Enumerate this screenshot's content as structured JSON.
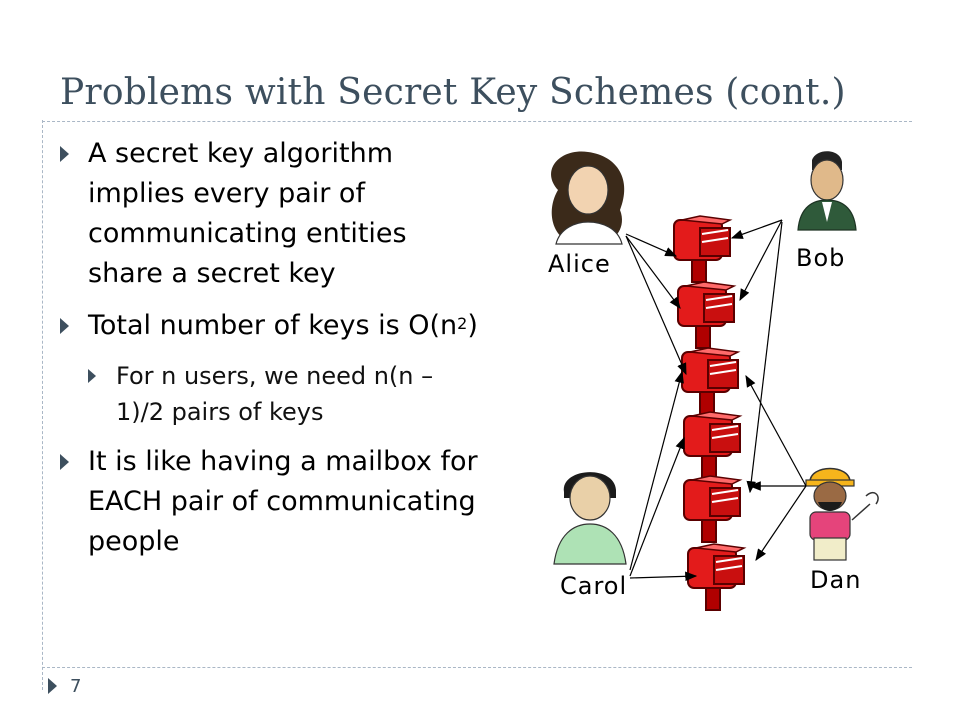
{
  "slide": {
    "title": "Problems with Secret Key Schemes (cont.)",
    "page_number": "7"
  },
  "bullets": {
    "b1": "A secret key algorithm implies every pair of communicating entities share a secret key",
    "b2_prefix": "Total number of keys is O(n",
    "b2_sup": "2",
    "b2_suffix": ")",
    "b2_sub": "For n users, we need n(n – 1)/2 pairs of keys",
    "b3": "It is like having a mailbox for EACH pair of communicating people"
  },
  "diagram": {
    "people": {
      "alice": "Alice",
      "bob": "Bob",
      "carol": "Carol",
      "dan": "Dan"
    }
  }
}
